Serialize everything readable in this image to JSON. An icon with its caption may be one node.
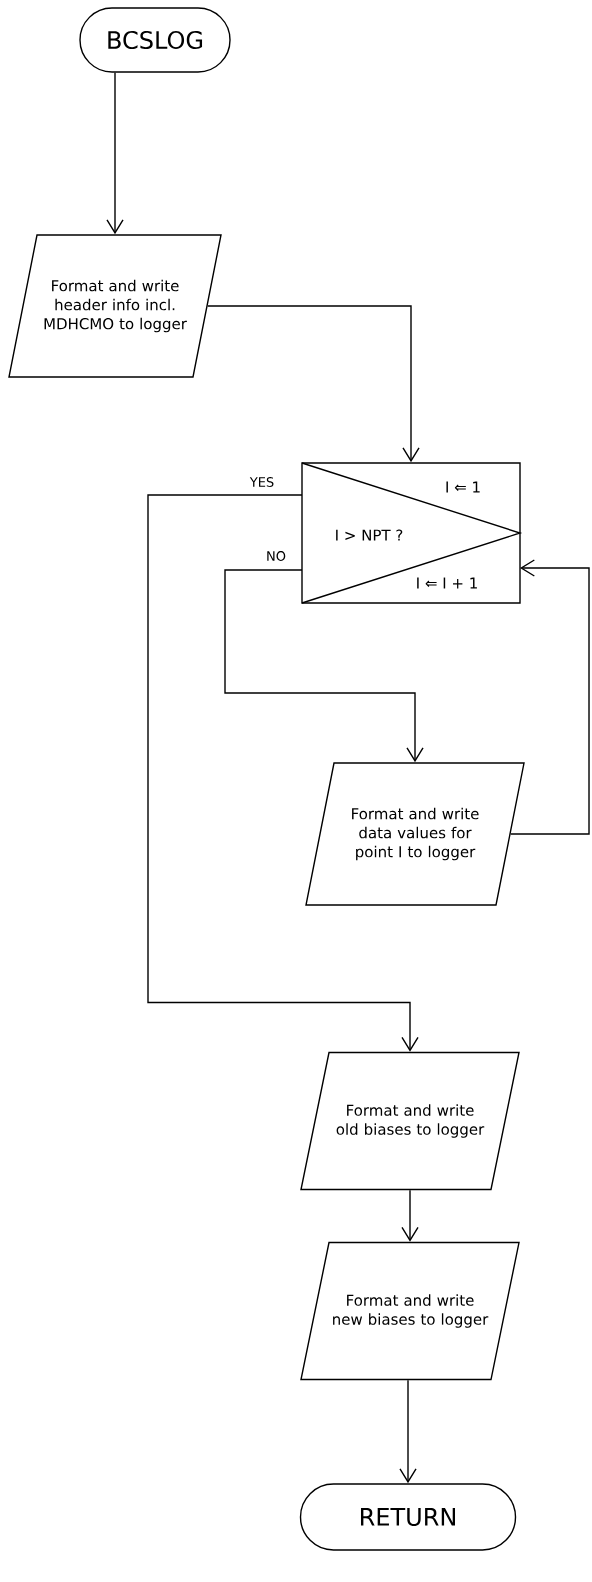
{
  "diagram": {
    "nodes": [
      {
        "text": [
          "BCSLOG"
        ]
      },
      {
        "text": [
          "Format and write header info incl. MDHCMO to logger"
        ]
      },
      {
        "text": [
          "I ⇐ 1",
          "I > NPT ?",
          "I ⇐ I + 1"
        ]
      },
      {
        "text": [
          "Format and write data values for point I to logger"
        ]
      },
      {
        "text": [
          "Format and write old biases to logger"
        ]
      },
      {
        "text": [
          "Format and write new biases to logger"
        ]
      },
      {
        "text": [
          "RETURN"
        ]
      }
    ],
    "edges": [
      {
        "from": 0,
        "to": 1,
        "arrow": "to"
      },
      {
        "from": 1,
        "to": 2,
        "arrow": "to"
      },
      {
        "from": 2,
        "to": 4,
        "arrow": "to",
        "label": "YES"
      },
      {
        "from": 2,
        "to": 3,
        "arrow": "to",
        "label": "NO"
      },
      {
        "from": 3,
        "to": 2,
        "arrow": "to"
      },
      {
        "from": 4,
        "to": 5,
        "arrow": "to"
      },
      {
        "from": 5,
        "to": 6,
        "arrow": "to"
      }
    ]
  }
}
